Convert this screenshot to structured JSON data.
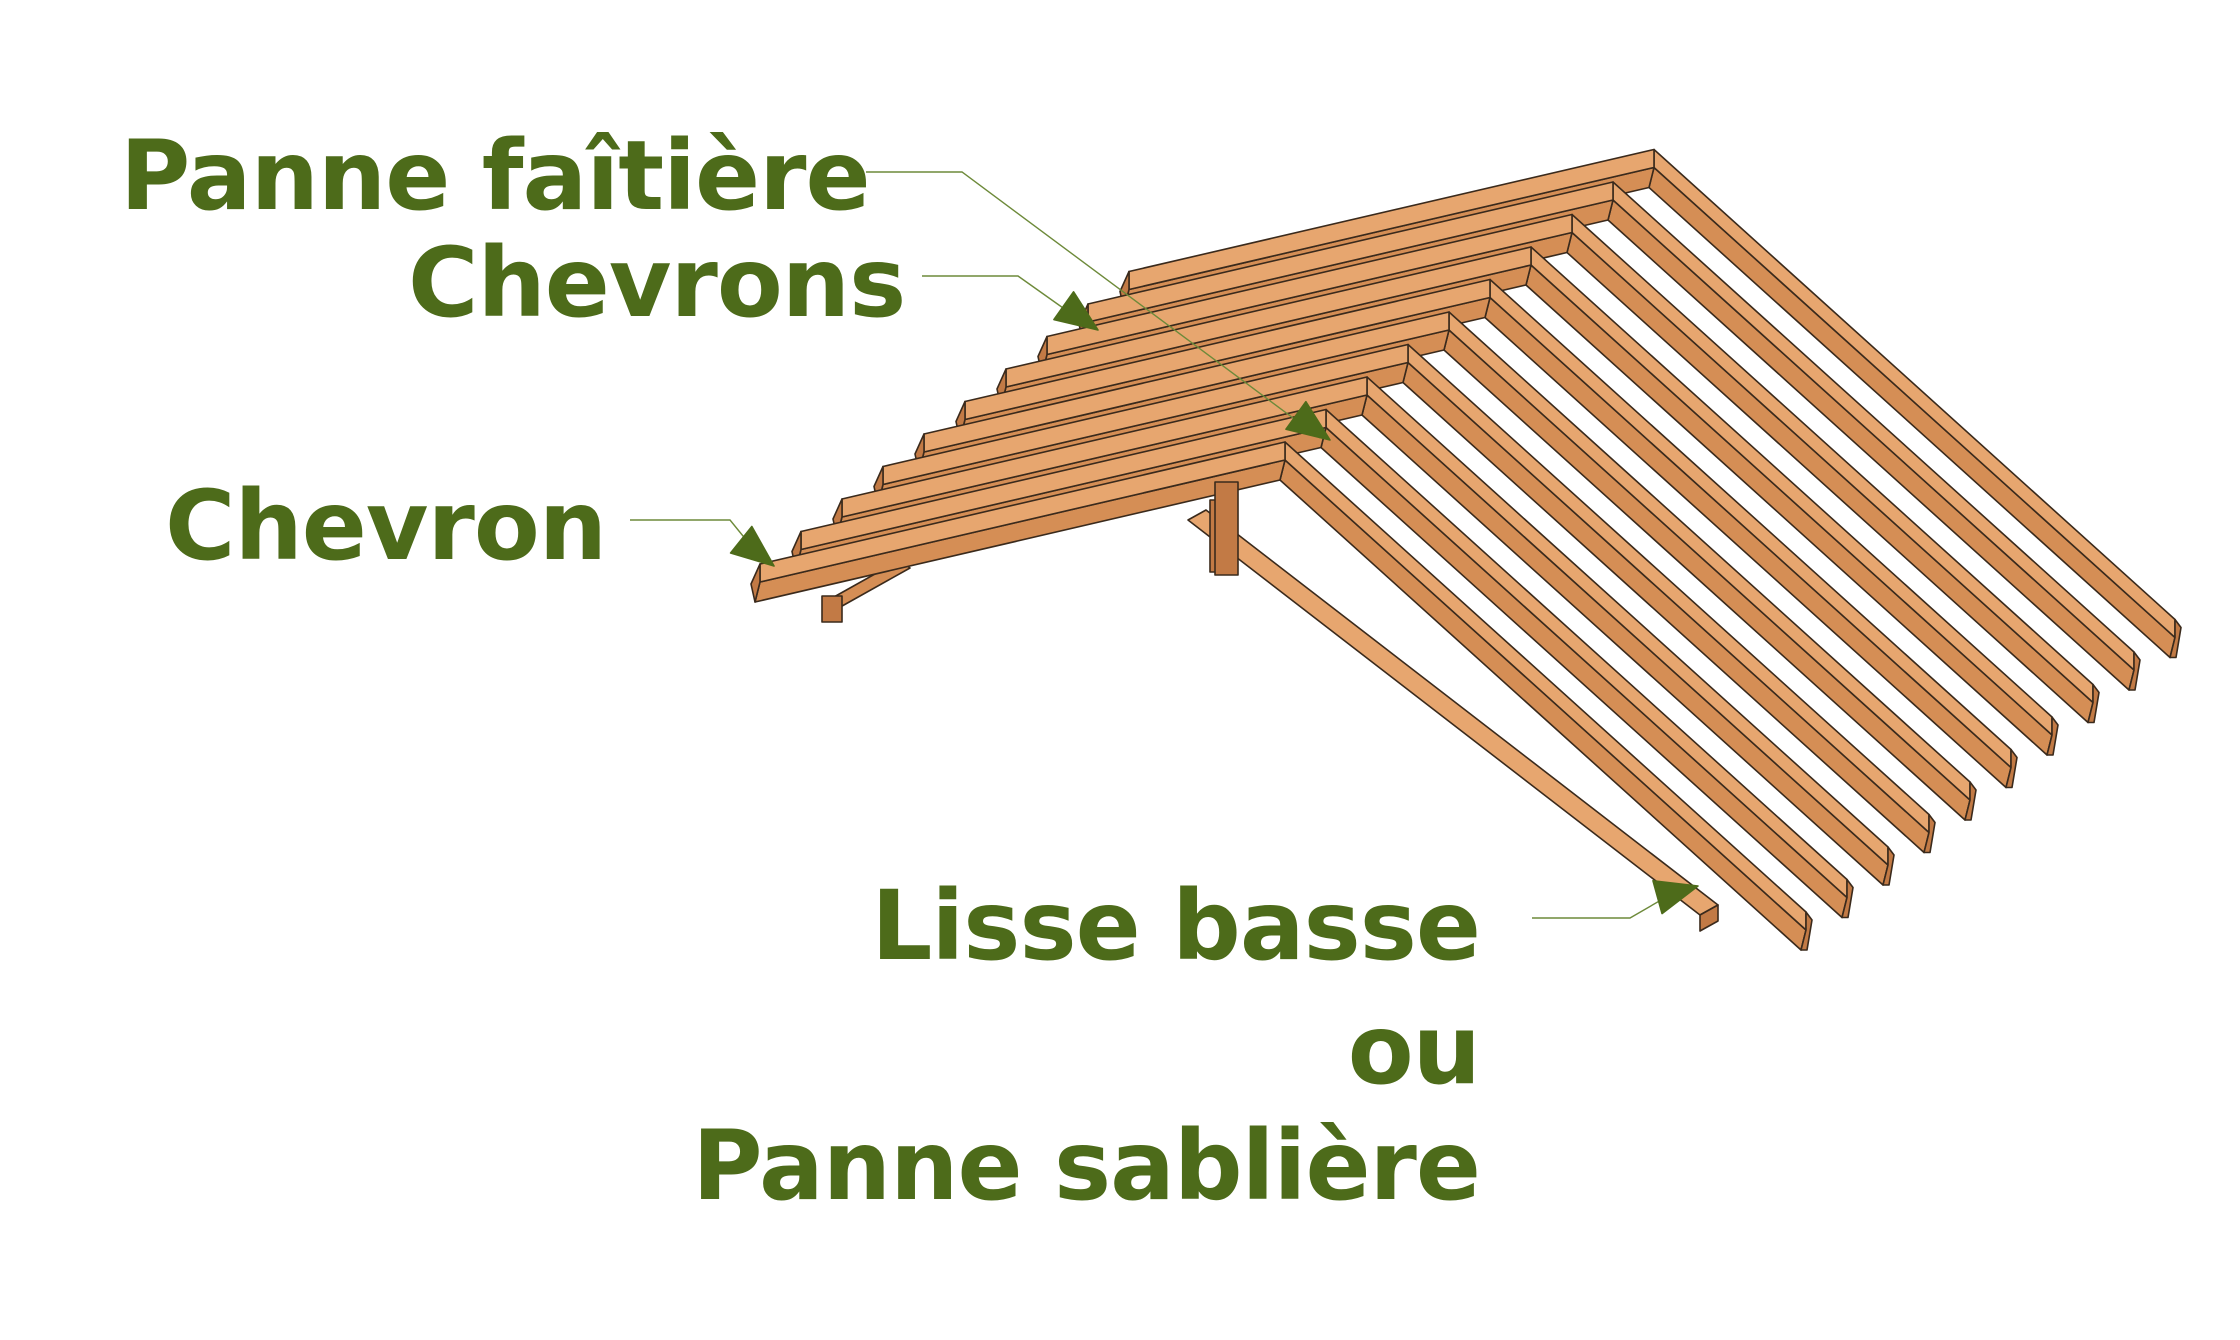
{
  "labels": {
    "ridge_beam": "Panne faîtière",
    "rafters": "Chevrons",
    "rafter": "Chevron",
    "sill_line1": "Lisse basse",
    "sill_line2": "ou",
    "sill_line3": "Panne sablière"
  },
  "colors": {
    "label": "#4d6b1a",
    "leader": "#6d8a3a",
    "wood_top": "#e7a66f",
    "wood_side": "#d58e55",
    "wood_end": "#c27a45",
    "outline": "#3a2a1c"
  },
  "structure": {
    "rafter_pairs": 10
  }
}
